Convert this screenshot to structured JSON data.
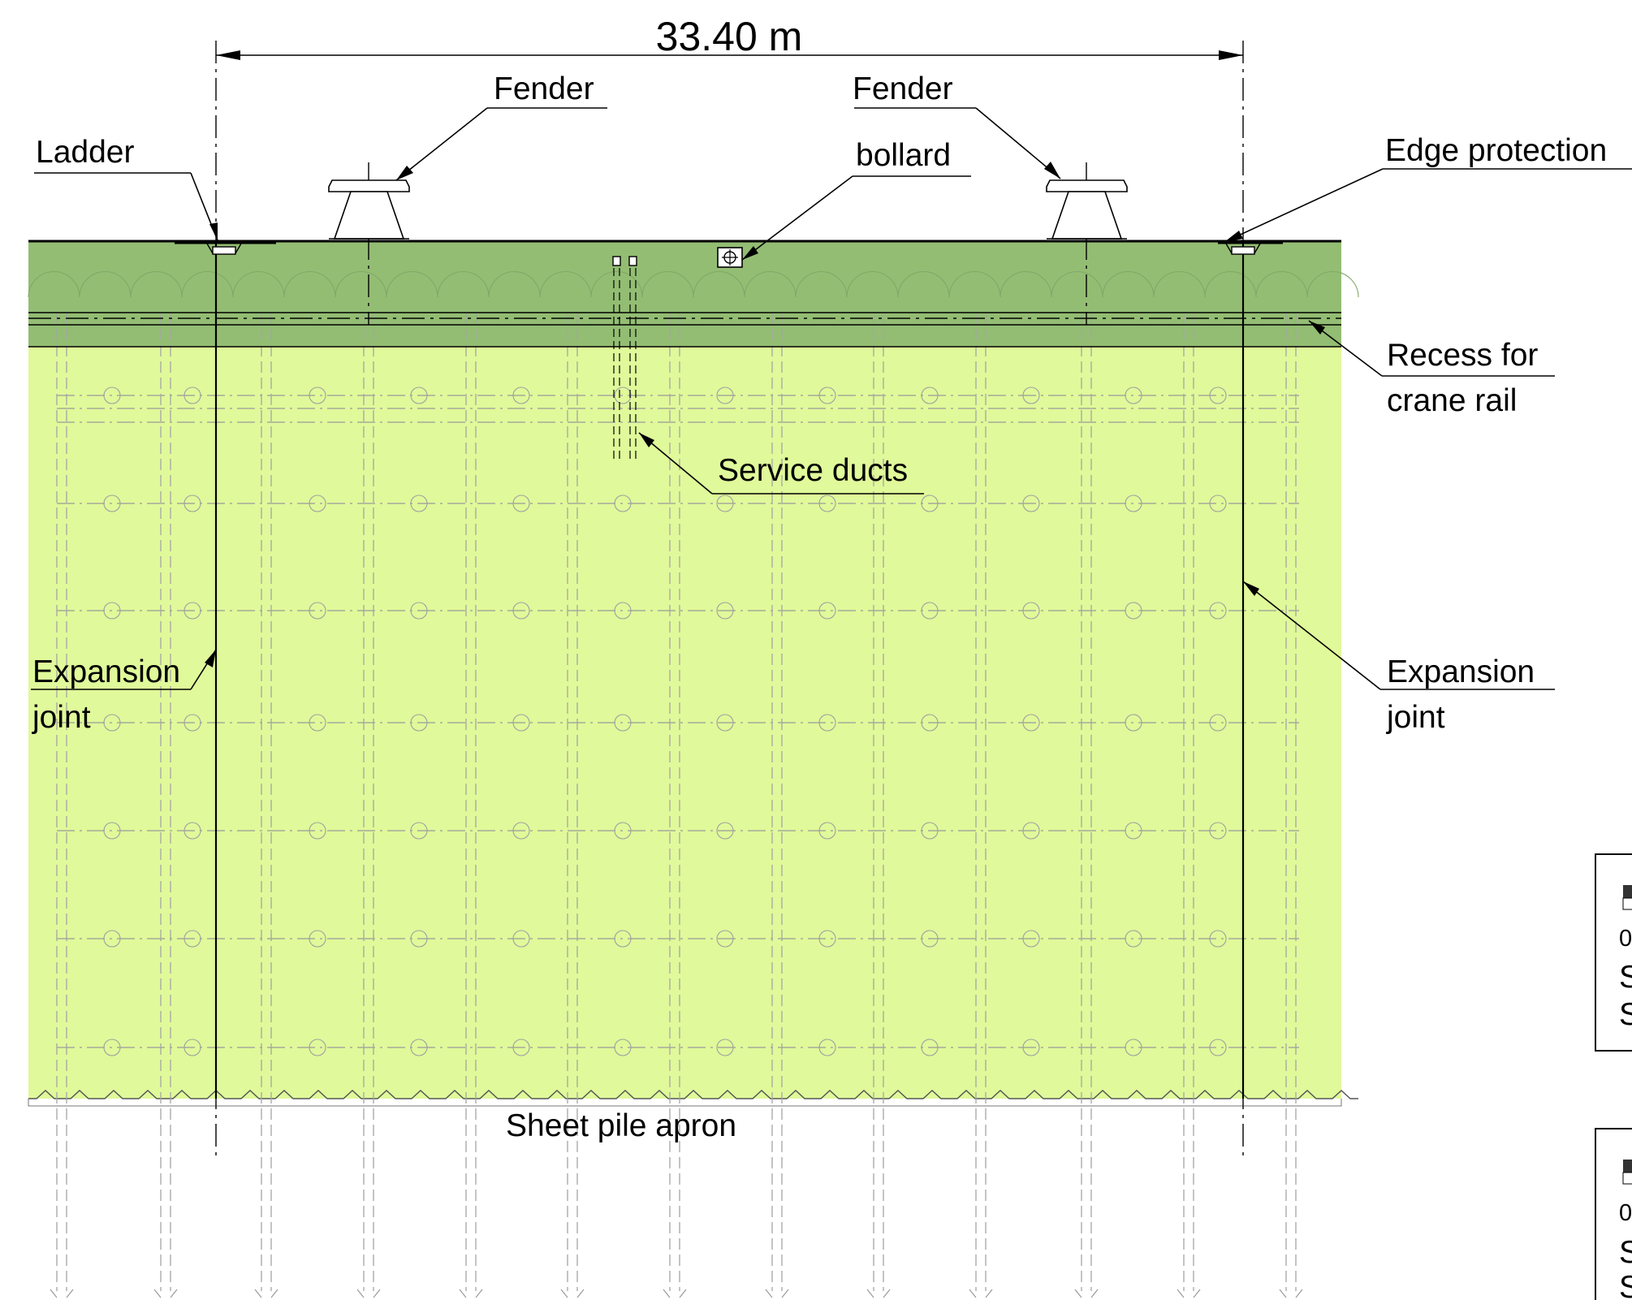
{
  "drawing": {
    "dimension": {
      "value": "33.40 m"
    },
    "labels": {
      "ladder": "Ladder",
      "fender_left": "Fender",
      "fender_right": "Fender",
      "bollard": "bollard",
      "edge_protection": "Edge protection",
      "recess_line1": "Recess for",
      "recess_line2": "crane rail",
      "service_ducts": "Service ducts",
      "expansion_left_line1": "Expansion",
      "expansion_left_line2": "joint",
      "expansion_right_line1": "Expansion",
      "expansion_right_line2": "joint",
      "sheet_pile_apron": "Sheet pile apron"
    },
    "scale_boxes": [
      {
        "number": "0",
        "line1": "S",
        "line2": "S"
      },
      {
        "number": "0",
        "line1": "S",
        "line2": "S"
      }
    ],
    "colors": {
      "deck_dark": "#93bd73",
      "deck_light": "#e0f99a",
      "line": "#000000",
      "hidden_lines": "#9a9a9a"
    }
  }
}
